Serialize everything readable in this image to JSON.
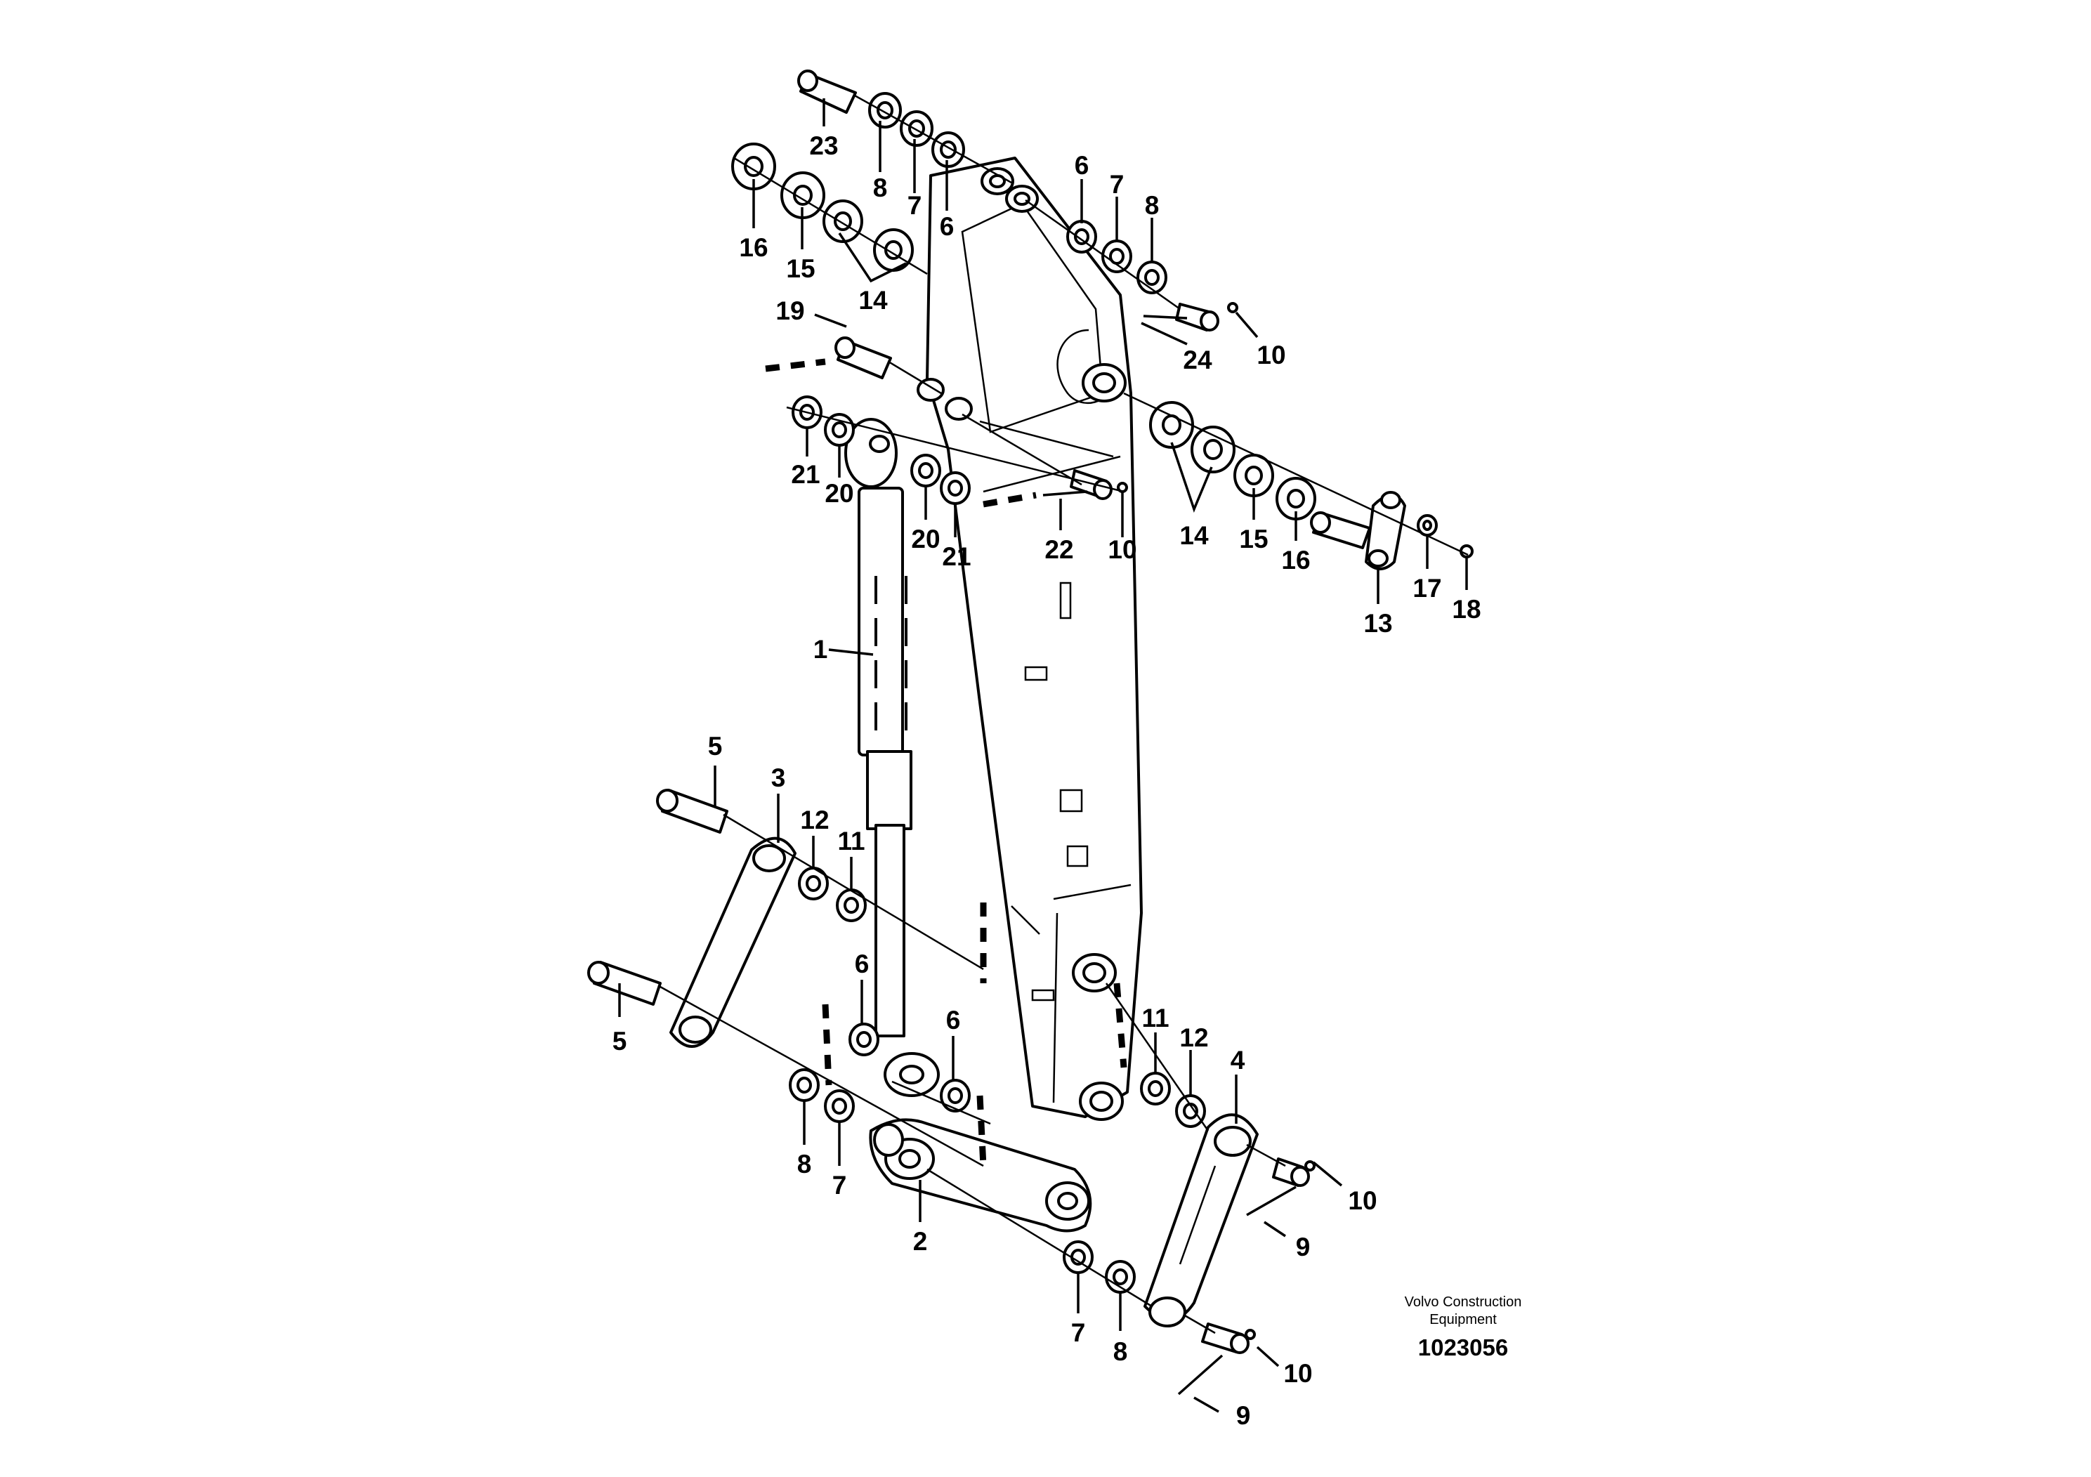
{
  "diagram": {
    "credit_line1": "Volvo Construction",
    "credit_line2": "Equipment",
    "document_number": "1023056"
  },
  "callouts": {
    "c1": "1",
    "c2": "2",
    "c3": "3",
    "c4": "4",
    "c5a": "5",
    "c5b": "5",
    "c6a": "6",
    "c6b": "6",
    "c6c": "6",
    "c6d": "6",
    "c7a": "7",
    "c7b": "7",
    "c7c": "7",
    "c7d": "7",
    "c8a": "8",
    "c8b": "8",
    "c8c": "8",
    "c8d": "8",
    "c9a": "9",
    "c9b": "9",
    "c10a": "10",
    "c10b": "10",
    "c10c": "10",
    "c10d": "10",
    "c11a": "11",
    "c11b": "11",
    "c12a": "12",
    "c12b": "12",
    "c13": "13",
    "c14a": "14",
    "c14b": "14",
    "c15a": "15",
    "c15b": "15",
    "c16a": "16",
    "c16b": "16",
    "c17": "17",
    "c18": "18",
    "c19": "19",
    "c20a": "20",
    "c20b": "20",
    "c21a": "21",
    "c21b": "21",
    "c22": "22",
    "c23": "23",
    "c24": "24"
  }
}
